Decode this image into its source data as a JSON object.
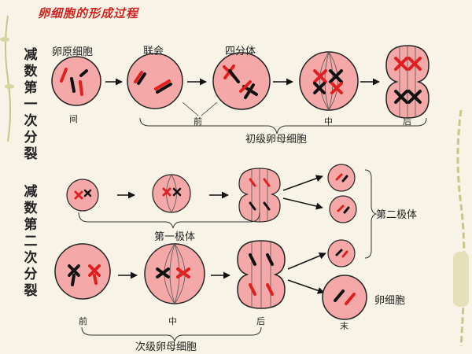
{
  "title": "卵细胞的形成过程",
  "meiosis_first_label": "减数第一次分裂",
  "meiosis_second_label": "减数第二次分裂",
  "stage_labels": {
    "oogonium": "卵原细胞",
    "synapsis": "联会",
    "tetrad": "四分体",
    "interphase": "间",
    "prophase1": "前",
    "metaphase1": "中",
    "anaphase1": "后",
    "primary_oocyte": "初级卵母细胞",
    "first_polar_body": "第一极体",
    "second_polar_body": "第二极体",
    "egg_cell": "卵细胞",
    "prophase2": "前",
    "metaphase2": "中",
    "anaphase2": "后",
    "telophase2": "末",
    "secondary_oocyte": "次级卵母细胞"
  },
  "colors": {
    "cell_fill": "#f4a9a8",
    "cell_stroke": "#222222",
    "chromosome_red": "#e02020",
    "chromosome_black": "#111111",
    "title_red": "#d0231f"
  }
}
